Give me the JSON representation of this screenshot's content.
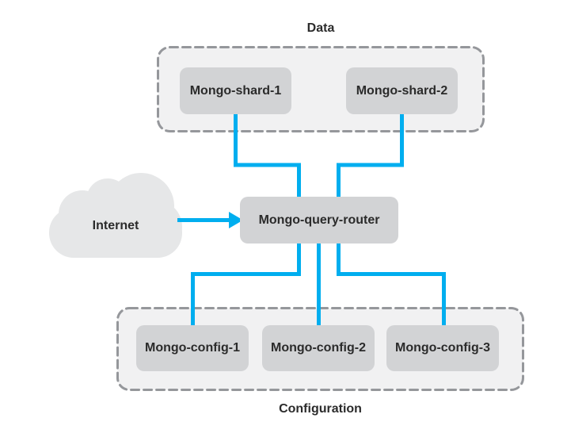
{
  "colors": {
    "connector": "#00AEEF",
    "node_fill": "#D2D3D5",
    "container_fill": "#F1F1F2",
    "container_border": "#95979B",
    "cloud_fill": "#E6E7E8",
    "text": "#2B2B2B",
    "background": "#FFFFFF"
  },
  "clusters": {
    "data": {
      "label": "Data",
      "nodes": [
        {
          "label": "Mongo-shard-1"
        },
        {
          "label": "Mongo-shard-2"
        }
      ]
    },
    "configuration": {
      "label": "Configuration",
      "nodes": [
        {
          "label": "Mongo-config-1"
        },
        {
          "label": "Mongo-config-2"
        },
        {
          "label": "Mongo-config-3"
        }
      ]
    }
  },
  "router": {
    "label": "Mongo-query-router"
  },
  "internet": {
    "label": "Internet"
  },
  "edges": [
    {
      "from": "Internet",
      "to": "Mongo-query-router",
      "arrow": true
    },
    {
      "from": "Mongo-shard-1",
      "to": "Mongo-query-router"
    },
    {
      "from": "Mongo-shard-2",
      "to": "Mongo-query-router"
    },
    {
      "from": "Mongo-query-router",
      "to": "Mongo-config-1"
    },
    {
      "from": "Mongo-query-router",
      "to": "Mongo-config-2"
    },
    {
      "from": "Mongo-query-router",
      "to": "Mongo-config-3"
    }
  ]
}
